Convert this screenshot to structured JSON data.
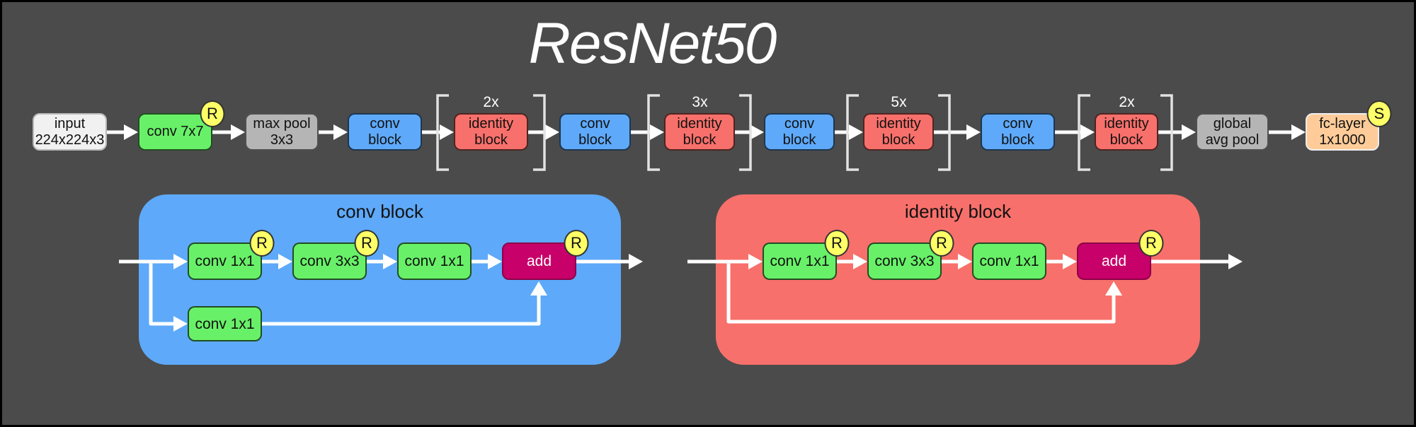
{
  "title": "ResNet50",
  "colors": {
    "bg": "#4b4b4b",
    "blue": "#5ea9f9",
    "red": "#f8706b",
    "green": "#68f168",
    "magenta": "#c80069",
    "yellow": "#ffff66",
    "peach": "#ffcc99",
    "gray": "#b5b5b5",
    "light": "#f1f1f1",
    "line": "#ffffff",
    "bracket": "#e2e2e2"
  },
  "pipeline": [
    {
      "line1": "input",
      "line2": "224x224x3"
    },
    {
      "line1": "conv 7x7",
      "badge": "R"
    },
    {
      "line1": "max pool",
      "line2": "3x3"
    },
    {
      "line1": "conv",
      "line2": "block"
    },
    {
      "line1": "identity",
      "line2": "block"
    },
    {
      "line1": "conv",
      "line2": "block"
    },
    {
      "line1": "identity",
      "line2": "block"
    },
    {
      "line1": "conv",
      "line2": "block"
    },
    {
      "line1": "identity",
      "line2": "block"
    },
    {
      "line1": "conv",
      "line2": "block"
    },
    {
      "line1": "identity",
      "line2": "block"
    },
    {
      "line1": "global",
      "line2": "avg pool"
    },
    {
      "line1": "fc-layer",
      "line2": "1x1000",
      "badge": "S"
    }
  ],
  "multipliers": [
    "2x",
    "3x",
    "5x",
    "2x"
  ],
  "conv_block_detail": {
    "title": "conv block",
    "main": [
      {
        "label": "conv 1x1",
        "badge": "R"
      },
      {
        "label": "conv 3x3",
        "badge": "R"
      },
      {
        "label": "conv 1x1"
      },
      {
        "label": "add",
        "badge": "R"
      }
    ],
    "shortcut": {
      "label": "conv 1x1"
    }
  },
  "identity_block_detail": {
    "title": "identity block",
    "main": [
      {
        "label": "conv 1x1",
        "badge": "R"
      },
      {
        "label": "conv 3x3",
        "badge": "R"
      },
      {
        "label": "conv 1x1"
      },
      {
        "label": "add",
        "badge": "R"
      }
    ]
  }
}
